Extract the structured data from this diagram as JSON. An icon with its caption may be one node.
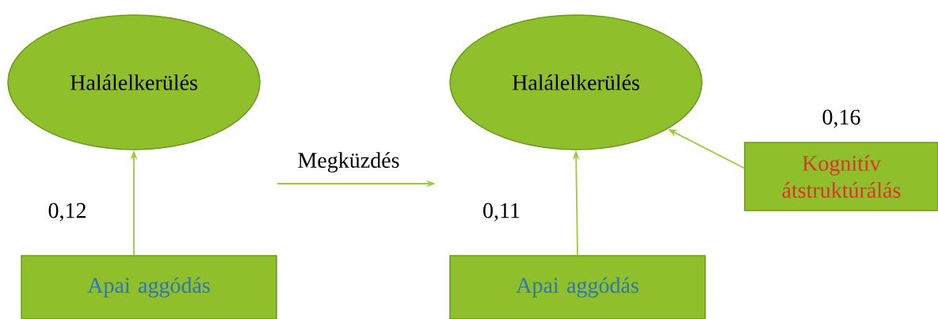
{
  "diagram": {
    "nodes": [
      {
        "text": [
          "Halálelkerülés"
        ]
      },
      {
        "text": [
          "Apai aggódás"
        ]
      },
      {
        "text": [
          "Halálelkerülés"
        ]
      },
      {
        "text": [
          "Apai aggódás"
        ]
      },
      {
        "text": [
          "Kognitív átstruktúrálás"
        ]
      }
    ],
    "edges": [
      {
        "from": 1,
        "to": 0,
        "arrow": "to"
      },
      {
        "from": 3,
        "to": 2,
        "arrow": "to"
      },
      {
        "from": 4,
        "to": 2,
        "arrow": "to"
      }
    ],
    "labels": [
      "0,16",
      "Megküzdés",
      "0,12",
      "0,11"
    ]
  }
}
